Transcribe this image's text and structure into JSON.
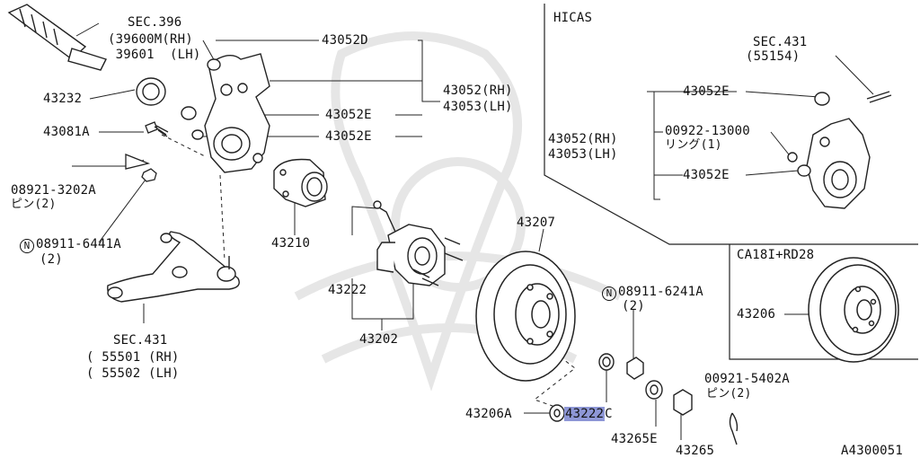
{
  "labels": {
    "sec396": "SEC.396",
    "p39600": "(39600M(RH)",
    "p39601": " 39601  (LH)",
    "p43052d": "43052D",
    "p43232": "43232",
    "p43081a": "43081A",
    "p08921": "08921-3202A",
    "pin1": "ピン(2)",
    "p08911_6441a": "08911-6441A",
    "qty2a": "(2)",
    "p43052rh": "43052(RH)",
    "p43053lh": "43053(LH)",
    "p43052e_1": "43052E",
    "p43052e_2": "43052E",
    "p43210": "43210",
    "p43222": "43222",
    "p43202": "43202",
    "sec431a": "SEC.431",
    "p55501": "55501 (RH)",
    "p55502": "55502 (LH)",
    "hicas": "HICAS",
    "sec431b": "SEC.431",
    "p55154": "(55154)",
    "p43052e_3": "43052E",
    "p00922": "00922-13000",
    "ring1": "リング(1)",
    "p43052rh_b": "43052(RH)",
    "p43053lh_b": "43053(LH)",
    "p43052e_4": "43052E",
    "ca18i": "CA18I+RD28",
    "p43207": "43207",
    "p08911_6241a": "08911-6241A",
    "qty2b": "(2)",
    "p43206": "43206",
    "p00921": "00921-5402A",
    "pin2": "ピン(2)",
    "p43206a": "43206A",
    "p43222c": "43222",
    "p43222c_suffix": "C",
    "p43265e": "43265E",
    "p43265": "43265",
    "diagram_id": "A4300051",
    "n_mark": "N"
  }
}
